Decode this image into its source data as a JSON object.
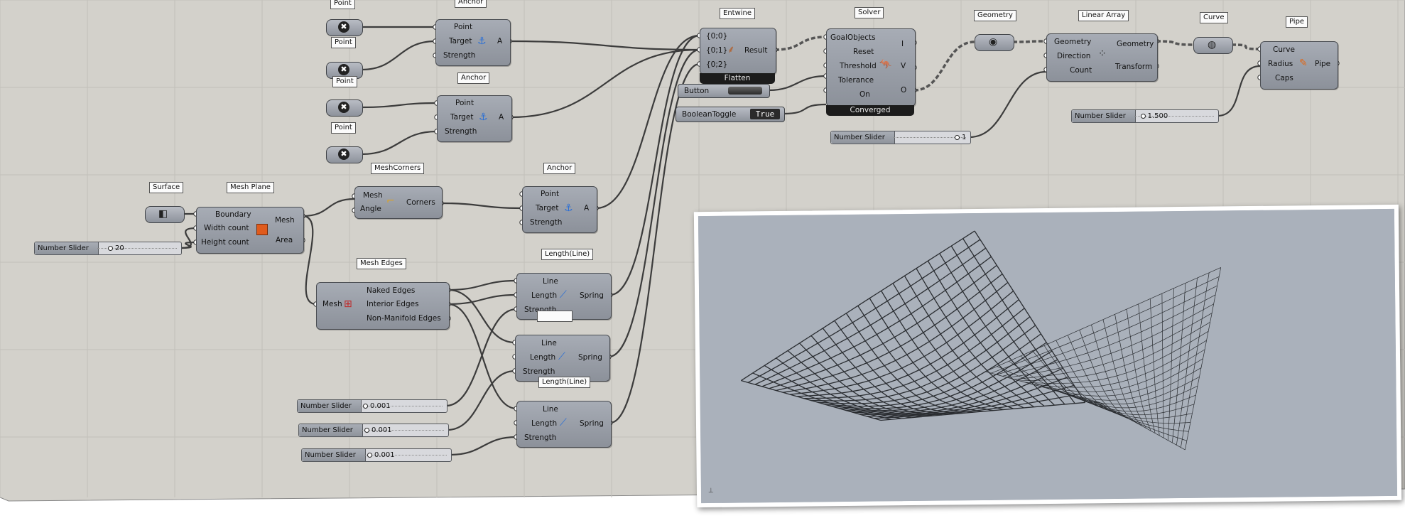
{
  "canvas": {
    "background": "#d3d1cb",
    "grid_color": "#c2c0ba",
    "wire_color": "#3c3c3c"
  },
  "point_params": [
    {
      "title": "Point",
      "icon": "point-param-icon"
    },
    {
      "title": "Point",
      "icon": "point-param-icon"
    },
    {
      "title": "Point",
      "icon": "point-param-icon"
    },
    {
      "title": "Point",
      "icon": "point-param-icon"
    }
  ],
  "anchors": [
    {
      "title": "Anchor",
      "inputs": [
        "Point",
        "Target",
        "Strength"
      ],
      "output": "A"
    },
    {
      "title": "Anchor",
      "inputs": [
        "Point",
        "Target",
        "Strength"
      ],
      "output": "A"
    },
    {
      "title": "Anchor",
      "inputs": [
        "Point",
        "Target",
        "Strength"
      ],
      "output": "A"
    }
  ],
  "surface": {
    "title": "Surface"
  },
  "mesh_plane": {
    "title": "Mesh Plane",
    "inputs": [
      "Boundary",
      "Width count",
      "Height count"
    ],
    "outputs": [
      "Mesh",
      "Area"
    ]
  },
  "mesh_corners": {
    "title": "MeshCorners",
    "inputs": [
      "Mesh",
      "Angle"
    ],
    "output": "Corners"
  },
  "mesh_edges": {
    "title": "Mesh Edges",
    "input": "Mesh",
    "outputs": [
      "Naked Edges",
      "Interior Edges",
      "Non-Manifold Edges"
    ]
  },
  "lengths": [
    {
      "title": "Length(Line)",
      "inputs": [
        "Line",
        "Length",
        "Strength"
      ],
      "output": "Spring"
    },
    {
      "title": "",
      "inputs": [
        "Line",
        "Length",
        "Strength"
      ],
      "output": "Spring"
    },
    {
      "title": "Length(Line)",
      "inputs": [
        "Line",
        "Length",
        "Strength"
      ],
      "output": "Spring"
    }
  ],
  "entwine": {
    "title": "Entwine",
    "inputs": [
      "{0;0}",
      "{0;1}",
      "{0;2}"
    ],
    "output": "Result",
    "footer": "Flatten"
  },
  "solver": {
    "title": "Solver",
    "inputs": [
      "GoalObjects",
      "Reset",
      "Threshold",
      "Tolerance",
      "On"
    ],
    "outputs": [
      "I",
      "V",
      "O"
    ],
    "footer": "Converged"
  },
  "button": {
    "label": "Button"
  },
  "boolean_toggle": {
    "label": "BooleanToggle",
    "value": "True"
  },
  "geometry_param": {
    "title": "Geometry"
  },
  "linear_array": {
    "title": "Linear Array",
    "inputs": [
      "Geometry",
      "Direction",
      "Count"
    ],
    "outputs": [
      "Geometry",
      "Transform"
    ]
  },
  "curve_param": {
    "title": "Curve"
  },
  "pipe": {
    "title": "Pipe",
    "inputs": [
      "Curve",
      "Radius",
      "Caps"
    ],
    "output": "Pipe"
  },
  "sliders": {
    "mesh_count": {
      "label": "Number Slider",
      "value": "20",
      "fraction": 0.12
    },
    "array_count": {
      "label": "Number Slider",
      "value": "1",
      "fraction": 1.0
    },
    "pipe_radius": {
      "label": "Number Slider",
      "value": "1.500",
      "fraction": 0.05
    },
    "strength_1": {
      "label": "Number Slider",
      "value": "0.001",
      "fraction": 0.0
    },
    "strength_2": {
      "label": "Number Slider",
      "value": "0.001",
      "fraction": 0.0
    },
    "strength_3": {
      "label": "Number Slider",
      "value": "0.001",
      "fraction": 0.0
    }
  },
  "preview": {
    "background": "#aab1bb",
    "mesh_color": "#2a2d31"
  }
}
